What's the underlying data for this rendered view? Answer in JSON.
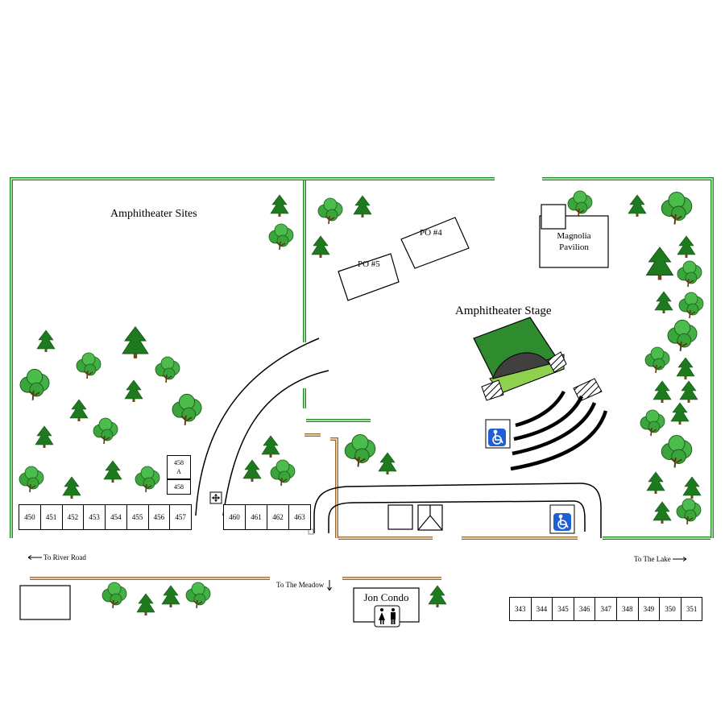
{
  "labels": {
    "amphitheater_sites": "Amphitheater Sites",
    "amphitheater_stage": "Amphitheater Stage",
    "po4": "PO #4",
    "po5": "PO #5",
    "magnolia_line1": "Magnolia",
    "magnolia_line2": "Pavilion",
    "jon_condo": "Jon Condo",
    "site_458a_line1": "458",
    "site_458a_line2": "A",
    "site_458": "458"
  },
  "directions": {
    "river_road": "To River Road",
    "the_lake": "To The Lake",
    "the_meadow": "To The Meadow"
  },
  "sites_west": [
    "450",
    "451",
    "452",
    "453",
    "454",
    "455",
    "456",
    "457"
  ],
  "sites_center": [
    "460",
    "461",
    "462",
    "463"
  ],
  "sites_south": [
    "343",
    "344",
    "345",
    "346",
    "347",
    "348",
    "349",
    "350",
    "351"
  ],
  "icons": [
    "pine-tree-icon",
    "oak-tree-icon",
    "wheelchair-icon",
    "restroom-icon",
    "move-icon"
  ],
  "colors": {
    "fence_green": "#1a8a1a",
    "fence_brown": "#9b6a2a",
    "stage_green": "#2e8b2e",
    "stage_lime": "#8fd14f",
    "tree_dark": "#1e7a1e",
    "tree_light": "#3aa53a",
    "accessible_blue": "#1f5fd6"
  }
}
